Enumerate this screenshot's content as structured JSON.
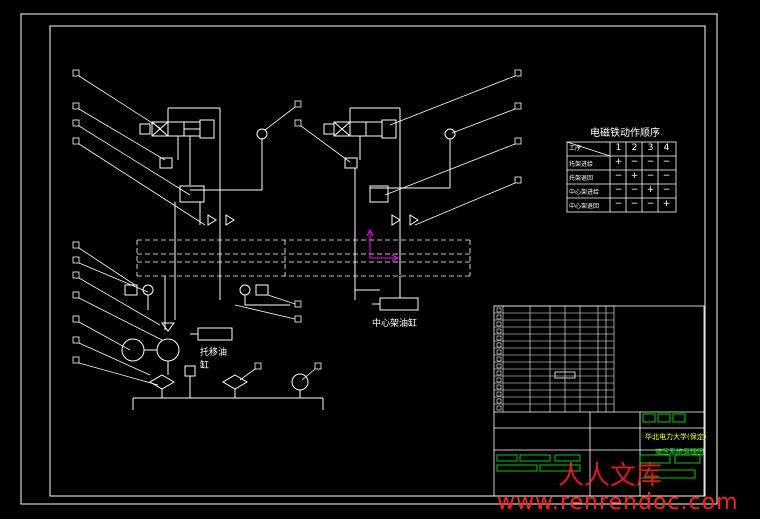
{
  "diagram": {
    "labels": {
      "oil_cylinder_left": "托移油",
      "oil_cylinder_left_2": "缸",
      "center_cylinder": "中心架油缸"
    },
    "sequence_table": {
      "title": "电磁铁动作顺序",
      "header_corner": "工序",
      "columns": [
        "1",
        "2",
        "3",
        "4"
      ],
      "rows": [
        {
          "name": "托架进给",
          "cells": [
            "+",
            "−",
            "−",
            "−"
          ]
        },
        {
          "name": "托架退回",
          "cells": [
            "−",
            "+",
            "−",
            "−"
          ]
        },
        {
          "name": "中心架进给",
          "cells": [
            "−",
            "−",
            "+",
            "−"
          ]
        },
        {
          "name": "中心架退回",
          "cells": [
            "−",
            "−",
            "−",
            "+"
          ]
        }
      ]
    },
    "title_block": {
      "drawing_title": "液压系统原理图",
      "school_line": "华北电力大学(保定)"
    },
    "watermark": {
      "brand": "人人文库",
      "url": "www.renrendoc.com"
    },
    "colors": {
      "line": "#ffffff",
      "accent_magenta": "#ff00ff",
      "accent_green": "#00ff00",
      "accent_yellow": "#ffff00",
      "watermark": "#ff2020"
    }
  }
}
